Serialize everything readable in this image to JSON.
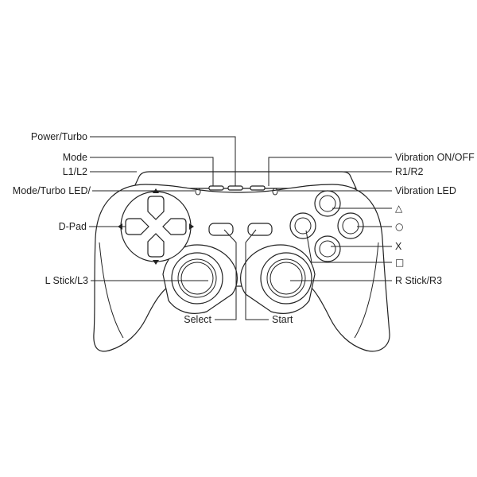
{
  "diagram": {
    "labels": {
      "power_turbo": "Power/Turbo",
      "mode": "Mode",
      "l1_l2": "L1/L2",
      "mode_turbo_led": "Mode/Turbo LED/",
      "d_pad": "D-Pad",
      "l_stick": "L Stick/L3",
      "select": "Select",
      "start": "Start",
      "vibration_on_off": "Vibration ON/OFF",
      "r1_r2": "R1/R2",
      "vibration_led": "Vibration LED",
      "triangle": "△",
      "circle": "○",
      "cross": "X",
      "square": "□",
      "r_stick": "R Stick/R3"
    }
  }
}
